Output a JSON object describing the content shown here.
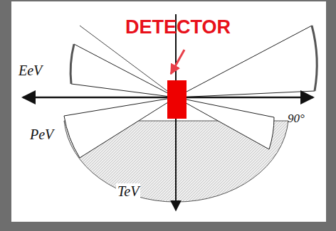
{
  "diagram": {
    "labels": [
      "DETECTOR",
      "EeV",
      "PeV",
      "TeV",
      "90°"
    ]
  }
}
